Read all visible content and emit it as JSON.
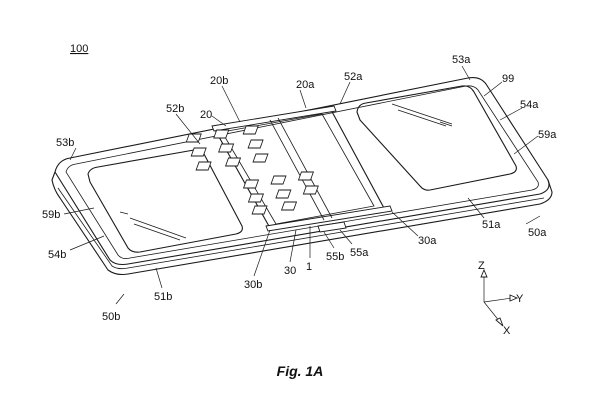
{
  "figure": {
    "number_label": "100",
    "caption": "Fig. 1A",
    "axes": {
      "z": "Z",
      "y": "Y",
      "x": "X"
    }
  },
  "refs": {
    "r_53a": "53a",
    "r_99": "99",
    "r_52a": "52a",
    "r_20a": "20a",
    "r_20b": "20b",
    "r_20": "20",
    "r_52b": "52b",
    "r_53b": "53b",
    "r_54a": "54a",
    "r_59a": "59a",
    "r_59b": "59b",
    "r_54b": "54b",
    "r_51a": "51a",
    "r_50a": "50a",
    "r_30a": "30a",
    "r_55a": "55a",
    "r_55b": "55b",
    "r_1": "1",
    "r_30": "30",
    "r_30b": "30b",
    "r_51b": "51b",
    "r_50b": "50b"
  }
}
